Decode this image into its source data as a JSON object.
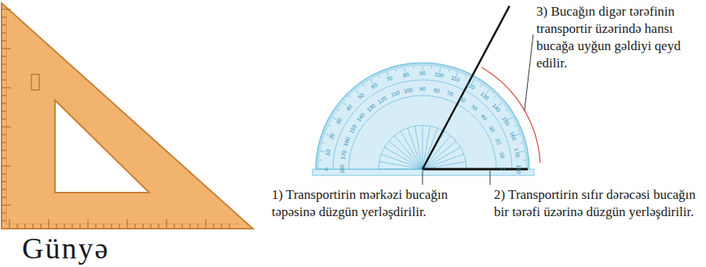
{
  "diagram": {
    "labels": [
      "Günyə",
      "1) Transportirin mərkəzi bucağın təpəsinə düzgün yerləşdirilir.",
      "2) Transportirin sıfır dərəcəsi bucağın bir tərəfi üzərinə düzgün yerləşdirilir.",
      "3) Bucağın digər tərəfinin transportir üzərində hansı bucağa uyğun gəldiyi qeyd edilir.",
      "0",
      "10",
      "20",
      "30",
      "40",
      "50",
      "60",
      "70",
      "80",
      "90",
      "100",
      "110",
      "120",
      "130",
      "140",
      "150",
      "160",
      "170",
      "180",
      "0",
      "10",
      "20",
      "30",
      "40",
      "50",
      "60",
      "70",
      "80",
      "90",
      "100",
      "110",
      "120",
      "130",
      "140",
      "150",
      "160",
      "170",
      "180"
    ]
  }
}
